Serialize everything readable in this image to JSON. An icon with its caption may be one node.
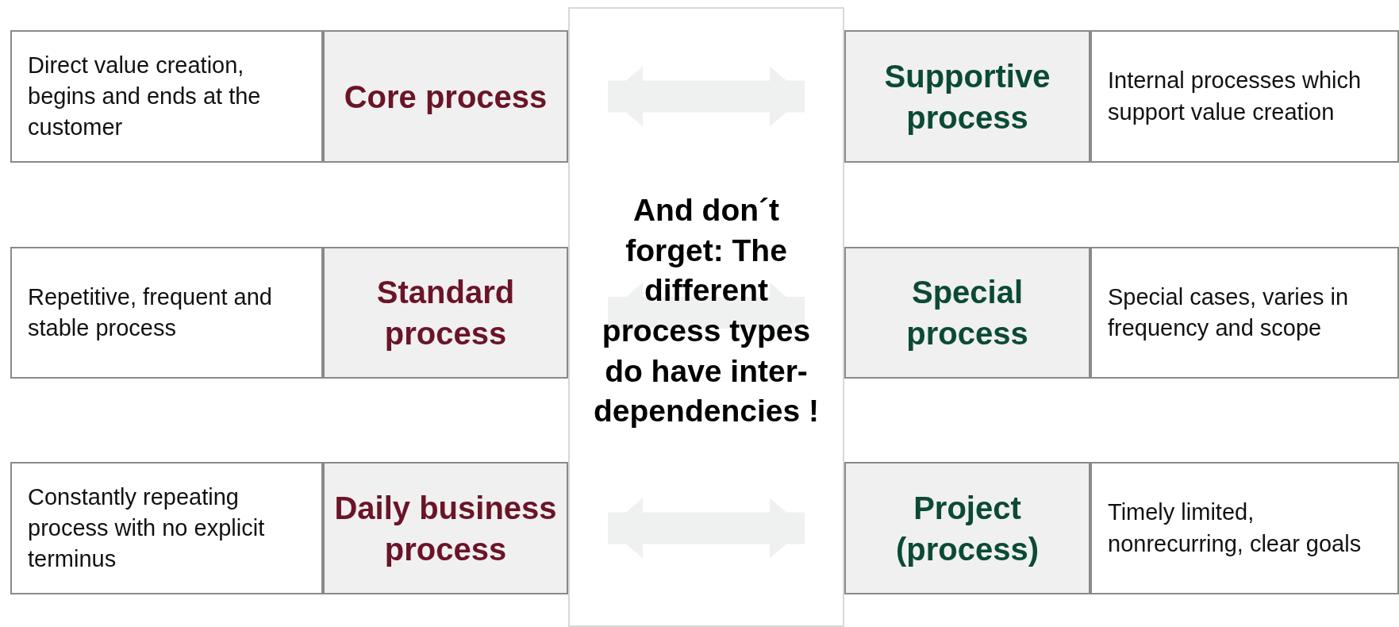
{
  "diagram": {
    "nodes": [
      {
        "text": [
          "Direct value creation, begins and ends at the customer"
        ]
      },
      {
        "text": [
          "Core process"
        ]
      },
      {
        "text": [
          "Supportive process"
        ]
      },
      {
        "text": [
          "Internal processes which support value creation"
        ]
      },
      {
        "text": [
          "And don´t forget: The different process types do have inter-dependencies !"
        ]
      },
      {
        "text": [
          "Repetitive, frequent and stable process"
        ]
      },
      {
        "text": [
          "Standard process"
        ]
      },
      {
        "text": [
          "Special process"
        ]
      },
      {
        "text": [
          "Special cases, varies in frequency and scope"
        ]
      },
      {
        "text": [
          "Constantly repeating process with no explicit terminus"
        ]
      },
      {
        "text": [
          "Daily business process"
        ]
      },
      {
        "text": [
          "Project (process)"
        ]
      },
      {
        "text": [
          "Timely limited, nonrecurring, clear goals"
        ]
      }
    ],
    "edges": [
      {
        "from": 1,
        "to": 2,
        "arrow": "both"
      },
      {
        "from": 6,
        "to": 7,
        "arrow": "both"
      },
      {
        "from": 10,
        "to": 11,
        "arrow": "both"
      }
    ]
  }
}
